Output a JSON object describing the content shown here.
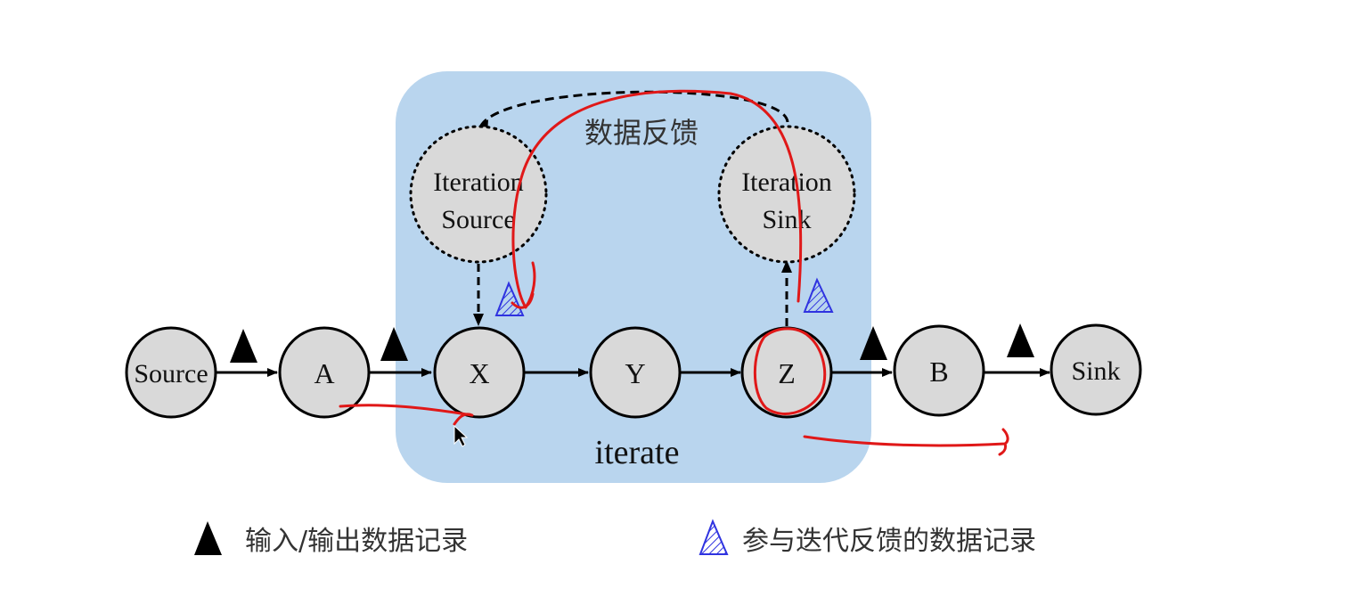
{
  "diagram": {
    "region_label": "iterate",
    "feedback_label": "数据反馈",
    "nodes": {
      "source": "Source",
      "a": "A",
      "x": "X",
      "y": "Y",
      "z": "Z",
      "b": "B",
      "sink": "Sink",
      "iteration_source": [
        "Iteration",
        "Source"
      ],
      "iteration_sink": [
        "Iteration",
        "Sink"
      ]
    }
  },
  "legend": {
    "io_records": "输入/输出数据记录",
    "feedback_records": "参与迭代反馈的数据记录"
  },
  "colors": {
    "region_fill": "#b9d5ee",
    "node_fill": "#d9d9d9",
    "hatch_blue": "#2f33e0",
    "annotation_red": "#e01818"
  }
}
